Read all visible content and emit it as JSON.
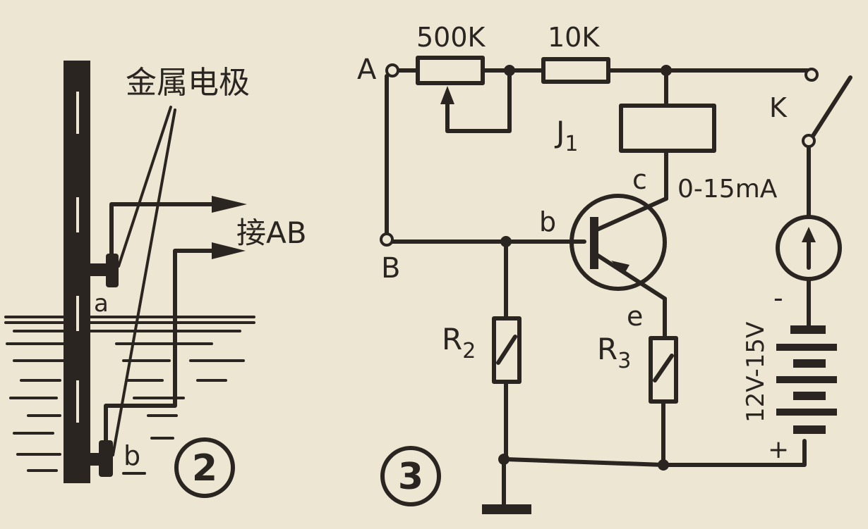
{
  "figure2": {
    "electrode_label": "金属电极",
    "connect_label": "接AB",
    "point_a": "a",
    "point_b": "b",
    "figure_number": "2"
  },
  "figure3": {
    "terminal_a": "A",
    "terminal_b": "B",
    "pot_value": "500K",
    "resistor_value": "10K",
    "relay_label": "J",
    "relay_subscript": "1",
    "switch_label": "K",
    "collector_label": "c",
    "base_label": "b",
    "emitter_label": "e",
    "meter_range": "0-15mA",
    "r2_label": "R",
    "r2_subscript": "2",
    "r3_label": "R",
    "r3_subscript": "3",
    "battery_voltage": "12V-15V",
    "battery_minus": "-",
    "battery_plus": "+",
    "figure_number": "3"
  }
}
